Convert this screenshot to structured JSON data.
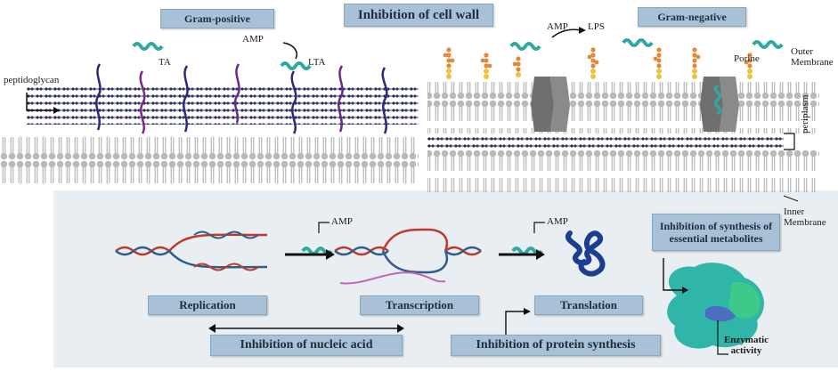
{
  "title": "Inhibition of cell wall",
  "gram_positive": {
    "label": "Gram-positive",
    "peptidoglycan": "peptidoglycan",
    "ta": "TA",
    "lta": "LTA",
    "amp": "AMP"
  },
  "gram_negative": {
    "label": "Gram-negative",
    "amp": "AMP",
    "lps": "LPS",
    "porine": "Porine",
    "outer_membrane": "Outer Membrane",
    "periplasm": "periplasm",
    "inner_membrane": "Inner Membrane"
  },
  "processes": {
    "amp_1": "AMP",
    "amp_2": "AMP",
    "replication": "Replication",
    "transcription": "Transcription",
    "translation": "Translation",
    "nucleic_acid": "Inhibition of nucleic acid",
    "protein_synthesis": "Inhibition of protein synthesis",
    "metabolites": "Inhibition of synthesis of essential metabolites",
    "enzymatic": "Enzymatic activity"
  },
  "colors": {
    "panel": "#e9eef3",
    "box": "#a9c1d6",
    "lipid": "#b7b7b7",
    "peptidoglycan": "#2a2a5a",
    "dna_red": "#c0392b",
    "dna_blue": "#2f5d8c",
    "amp": "#2ea9a0",
    "lps": "#e08a3a",
    "protein": "#1d3d8f",
    "enzyme": "#2fb6a8"
  }
}
